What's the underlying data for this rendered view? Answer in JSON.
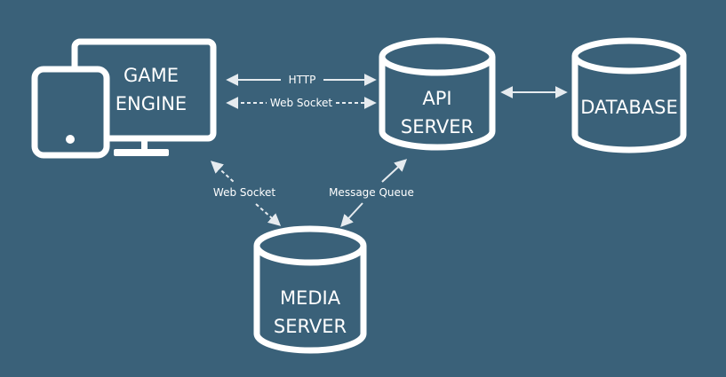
{
  "diagram": {
    "background": "#3a6179",
    "foreground": "#ffffff",
    "nodes": {
      "game_engine": {
        "line1": "GAME",
        "line2": "ENGINE",
        "icon": "devices-icon"
      },
      "api_server": {
        "line1": "API",
        "line2": "SERVER",
        "icon": "cylinder-icon"
      },
      "database": {
        "line1": "DATABASE",
        "icon": "cylinder-icon"
      },
      "media_server": {
        "line1": "MEDIA",
        "line2": "SERVER",
        "icon": "cylinder-icon"
      }
    },
    "edges": {
      "http": "HTTP",
      "websocket_top": "Web Socket",
      "websocket_media": "Web Socket",
      "message_queue": "Message Queue"
    }
  }
}
